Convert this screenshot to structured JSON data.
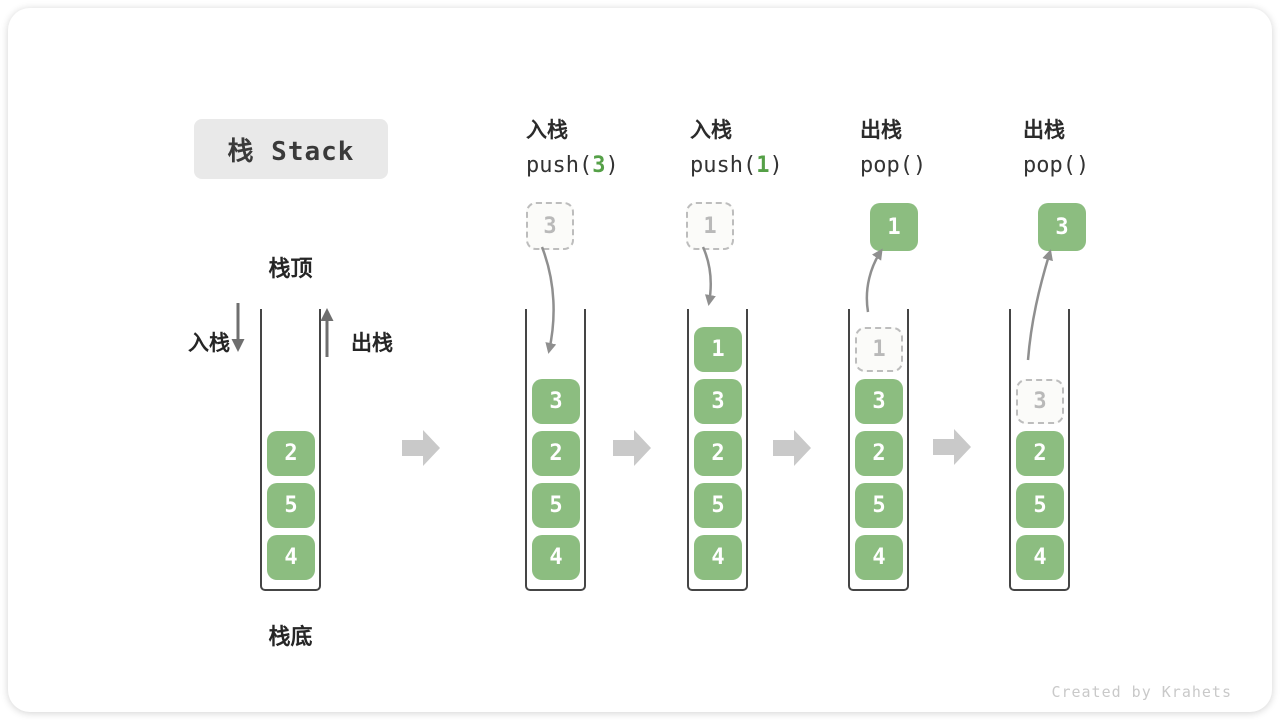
{
  "title": "栈 Stack",
  "labels": {
    "stack_top": "栈顶",
    "stack_bottom": "栈底",
    "push": "入栈",
    "pop": "出栈"
  },
  "watermark": "Created by Krahets",
  "colors": {
    "cell_green": "#8cbd80",
    "code_accent_green": "#55a047",
    "block_arrow_gray": "#c9c9c9",
    "flow_arrow_gray": "#8f8f8f",
    "straight_arrow_gray": "#6f6f6f",
    "ghost_gray": "#b9b9b9"
  },
  "steps": [
    {
      "name": "initial",
      "items": [
        "2",
        "5",
        "4"
      ]
    },
    {
      "name": "push-3",
      "op_label": "入栈",
      "code": {
        "fn": "push(",
        "arg": "3",
        "close": ")"
      },
      "floating": "3",
      "items": [
        "3",
        "2",
        "5",
        "4"
      ]
    },
    {
      "name": "push-1",
      "op_label": "入栈",
      "code": {
        "fn": "push(",
        "arg": "1",
        "close": ")"
      },
      "floating": "1",
      "items": [
        "1",
        "3",
        "2",
        "5",
        "4"
      ]
    },
    {
      "name": "pop-1",
      "op_label": "出栈",
      "code": {
        "fn": "pop(",
        "arg": "",
        "close": ")"
      },
      "floating": "1",
      "ghost": "1",
      "items": [
        "3",
        "2",
        "5",
        "4"
      ]
    },
    {
      "name": "pop-3",
      "op_label": "出栈",
      "code": {
        "fn": "pop(",
        "arg": "",
        "close": ")"
      },
      "floating": "3",
      "ghost": "3",
      "items": [
        "2",
        "5",
        "4"
      ]
    }
  ]
}
